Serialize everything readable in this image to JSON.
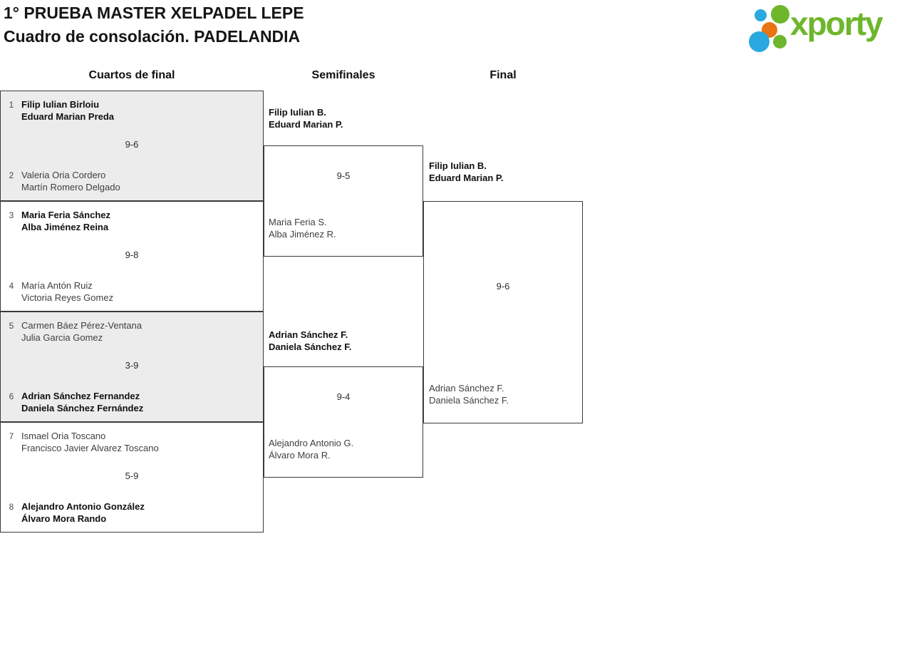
{
  "page": {
    "title_line1": "1° PRUEBA MASTER XELPADEL LEPE",
    "title_line2": "Cuadro de consolación. PADELANDIA"
  },
  "logo": {
    "text": "xporty",
    "dot_icons": [
      "blue-dot-small",
      "green-dot-big",
      "orange-dot",
      "blue-dot-big",
      "green-dot-small"
    ]
  },
  "columns": {
    "quarterfinals": "Cuartos de final",
    "semifinals": "Semifinales",
    "final": "Final"
  },
  "colors": {
    "logo_green": "#6eb62c",
    "logo_blue": "#29a9e0",
    "logo_orange": "#e87414",
    "match_box_gray": "#ececec",
    "border": "#3a3a3a"
  },
  "bracket": {
    "quarterfinals": [
      {
        "seed_a": "1",
        "team_a": [
          "Filip Iulian Birloiu",
          "Eduard Marian Preda"
        ],
        "seed_b": "2",
        "team_b": [
          "Valeria Oria Cordero",
          "Martín Romero Delgado"
        ],
        "score": "9-6",
        "winner": "a"
      },
      {
        "seed_a": "3",
        "team_a": [
          "Maria Feria Sánchez",
          "Alba Jiménez Reina"
        ],
        "seed_b": "4",
        "team_b": [
          "María Antón Ruiz",
          "Victoria Reyes Gomez"
        ],
        "score": "9-8",
        "winner": "a"
      },
      {
        "seed_a": "5",
        "team_a": [
          "Carmen Báez Pérez-Ventana",
          "Julia Garcia Gomez"
        ],
        "seed_b": "6",
        "team_b": [
          "Adrian Sánchez Fernandez",
          "Daniela Sánchez Fernández"
        ],
        "score": "3-9",
        "winner": "b"
      },
      {
        "seed_a": "7",
        "team_a": [
          "Ismael Oria Toscano",
          "Francisco Javier Alvarez Toscano"
        ],
        "seed_b": "8",
        "team_b": [
          "Alejandro Antonio González",
          "Álvaro Mora Rando"
        ],
        "score": "5-9",
        "winner": "b"
      }
    ],
    "semifinals": [
      {
        "team_a": [
          "Filip Iulian B.",
          "Eduard Marian P."
        ],
        "team_b": [
          "Maria Feria S.",
          "Alba Jiménez R."
        ],
        "score": "9-5",
        "winner": "a"
      },
      {
        "team_a": [
          "Adrian Sánchez F.",
          "Daniela Sánchez F."
        ],
        "team_b": [
          "Alejandro Antonio G.",
          "Álvaro Mora R."
        ],
        "score": "9-4",
        "winner": "a"
      }
    ],
    "final": {
      "team_a": [
        "Filip Iulian B.",
        "Eduard Marian P."
      ],
      "team_b": [
        "Adrian Sánchez F.",
        "Daniela Sánchez F."
      ],
      "score": "9-6",
      "winner": "a"
    }
  }
}
